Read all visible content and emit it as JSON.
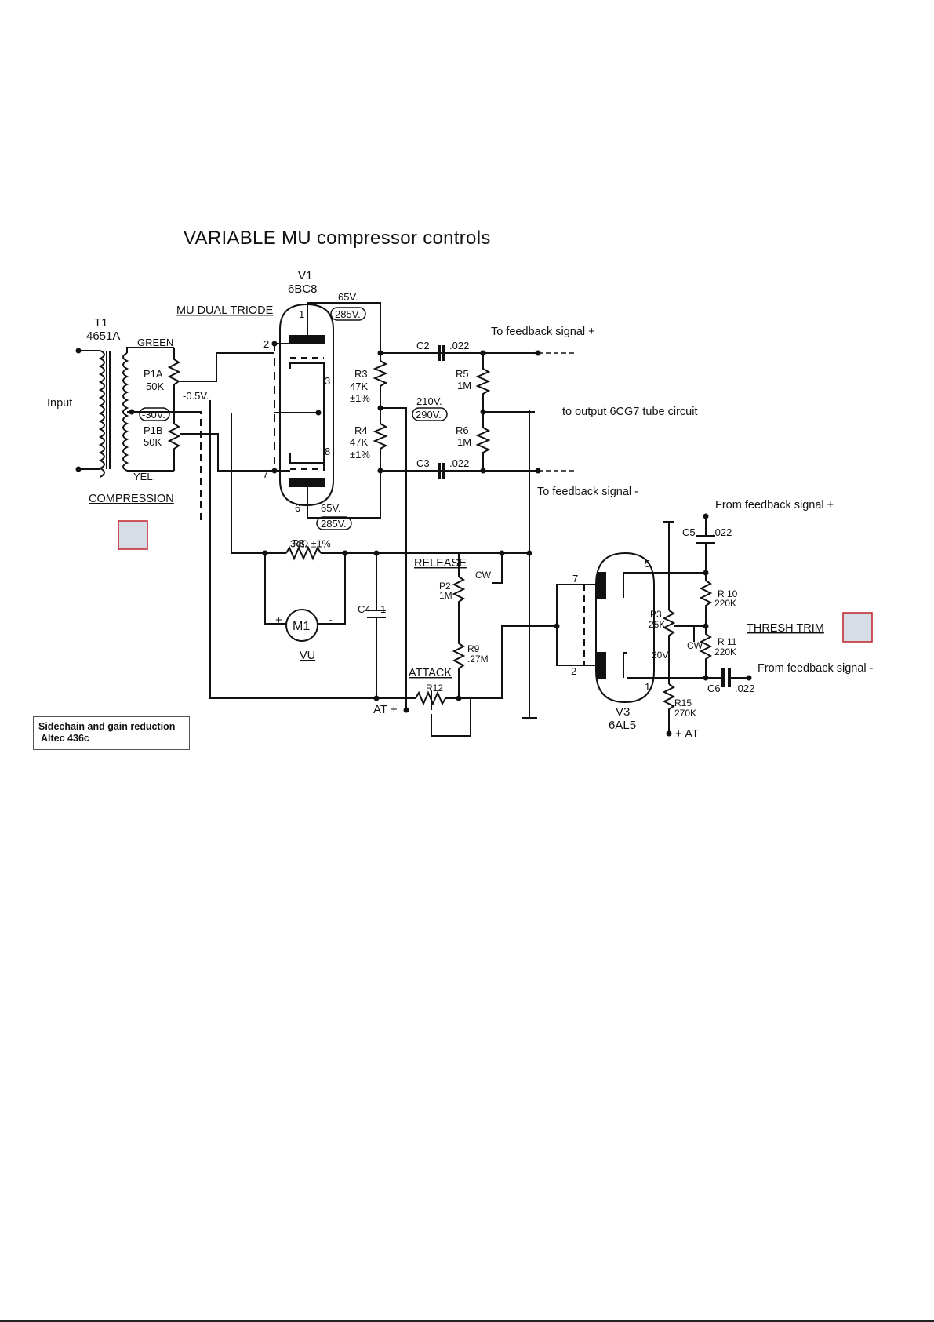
{
  "title": "VARIABLE MU compressor controls",
  "labels": {
    "t1": "T1",
    "t1_part": "4651A",
    "green": "GREEN",
    "yel": "YEL.",
    "input": "Input",
    "p1a": "P1A",
    "p1a_val": "50K",
    "p1b": "P1B",
    "p1b_val": "50K",
    "bias1": "-0.5V.",
    "bias2": "-30V.",
    "compression": "COMPRESSION",
    "v1": "V1",
    "v1_type": "6BC8",
    "mu_dual_triode": "MU DUAL TRIODE",
    "v65_top": "65V.",
    "v285_top": "285V.",
    "v65_bot": "65V.",
    "v285_bot": "285V.",
    "pin1": "1",
    "pin2": "2",
    "pin3": "3",
    "pin6": "6",
    "pin7": "7",
    "pin8": "8",
    "r3": "R3",
    "r3_val": "47K",
    "r3_tol": "±1%",
    "r4": "R4",
    "r4_val": "47K",
    "r4_tol": "±1%",
    "v210": "210V.",
    "v290": "290V.",
    "c2": "C2",
    "c2_val": ".022",
    "c3": "C3",
    "c3_val": ".022",
    "r5": "R5",
    "r5_val": "1M",
    "r6": "R6",
    "r6_val": "1M",
    "to_fb_plus": "To feedback signal +",
    "to_output": "to output 6CG7 tube circuit",
    "to_fb_minus": "To feedback signal -",
    "r8": "R8",
    "r8_val": "34Ω ±1%",
    "meter": "M1",
    "vu": "VU",
    "c4": "C4",
    "c4_val": "1",
    "release": "RELEASE",
    "p2": "P2",
    "p2_val": "1M",
    "cw1": "CW",
    "r9": "R9",
    "r9_val": ".27M",
    "attack": "ATTACK",
    "r12": "R12",
    "at_plus": "AT +",
    "v3": "V3",
    "v3_type": "6AL5",
    "v3_pin7": "7",
    "v3_pin5": "5",
    "v3_pin2": "2",
    "v3_pin1": "1",
    "p3": "P3",
    "p3_val": "25K",
    "cw2": "CW",
    "v20": "20V",
    "r15": "R15",
    "r15_val": "270K",
    "plus_at": "+ AT",
    "c5": "C5",
    "c5_val": ".022",
    "r10": "R 10",
    "r10_val": "220K",
    "r11": "R 11",
    "r11_val": "220K",
    "c6": "C6",
    "c6_val": ".022",
    "from_fb_plus": "From feedback signal +",
    "from_fb_minus": "From feedback signal -",
    "thresh_trim": "THRESH TRIM",
    "meter_plus": "+",
    "meter_minus": "-"
  },
  "credit": {
    "line1": "Sidechain and gain reduction",
    "line2": " Altec 436c"
  },
  "colors": {
    "ink": "#111111",
    "control_fill": "#d7dde6",
    "control_border": "#c0202a"
  }
}
